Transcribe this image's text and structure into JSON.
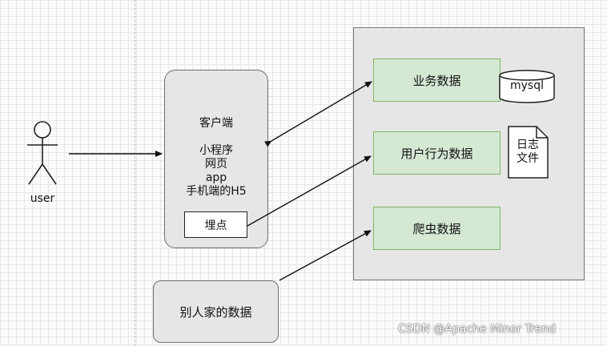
{
  "actor": {
    "label": "user"
  },
  "client": {
    "title": "客户端",
    "lines": [
      "小程序",
      "网页",
      "app",
      "手机端的H5"
    ],
    "tracking_label": "埋点"
  },
  "data_store": {
    "items": [
      {
        "label": "业务数据"
      },
      {
        "label": "用户行为数据"
      },
      {
        "label": "爬虫数据"
      }
    ],
    "mysql_label": "mysql",
    "log_file_lines": [
      "日志",
      "文件"
    ]
  },
  "external": {
    "label": "别人家的数据"
  },
  "watermark": "CSDN @Apache Minor Trend",
  "colors": {
    "panel_fill": "#e6e6e6",
    "green_fill": "#d5e8d4",
    "green_border": "#82b366"
  }
}
